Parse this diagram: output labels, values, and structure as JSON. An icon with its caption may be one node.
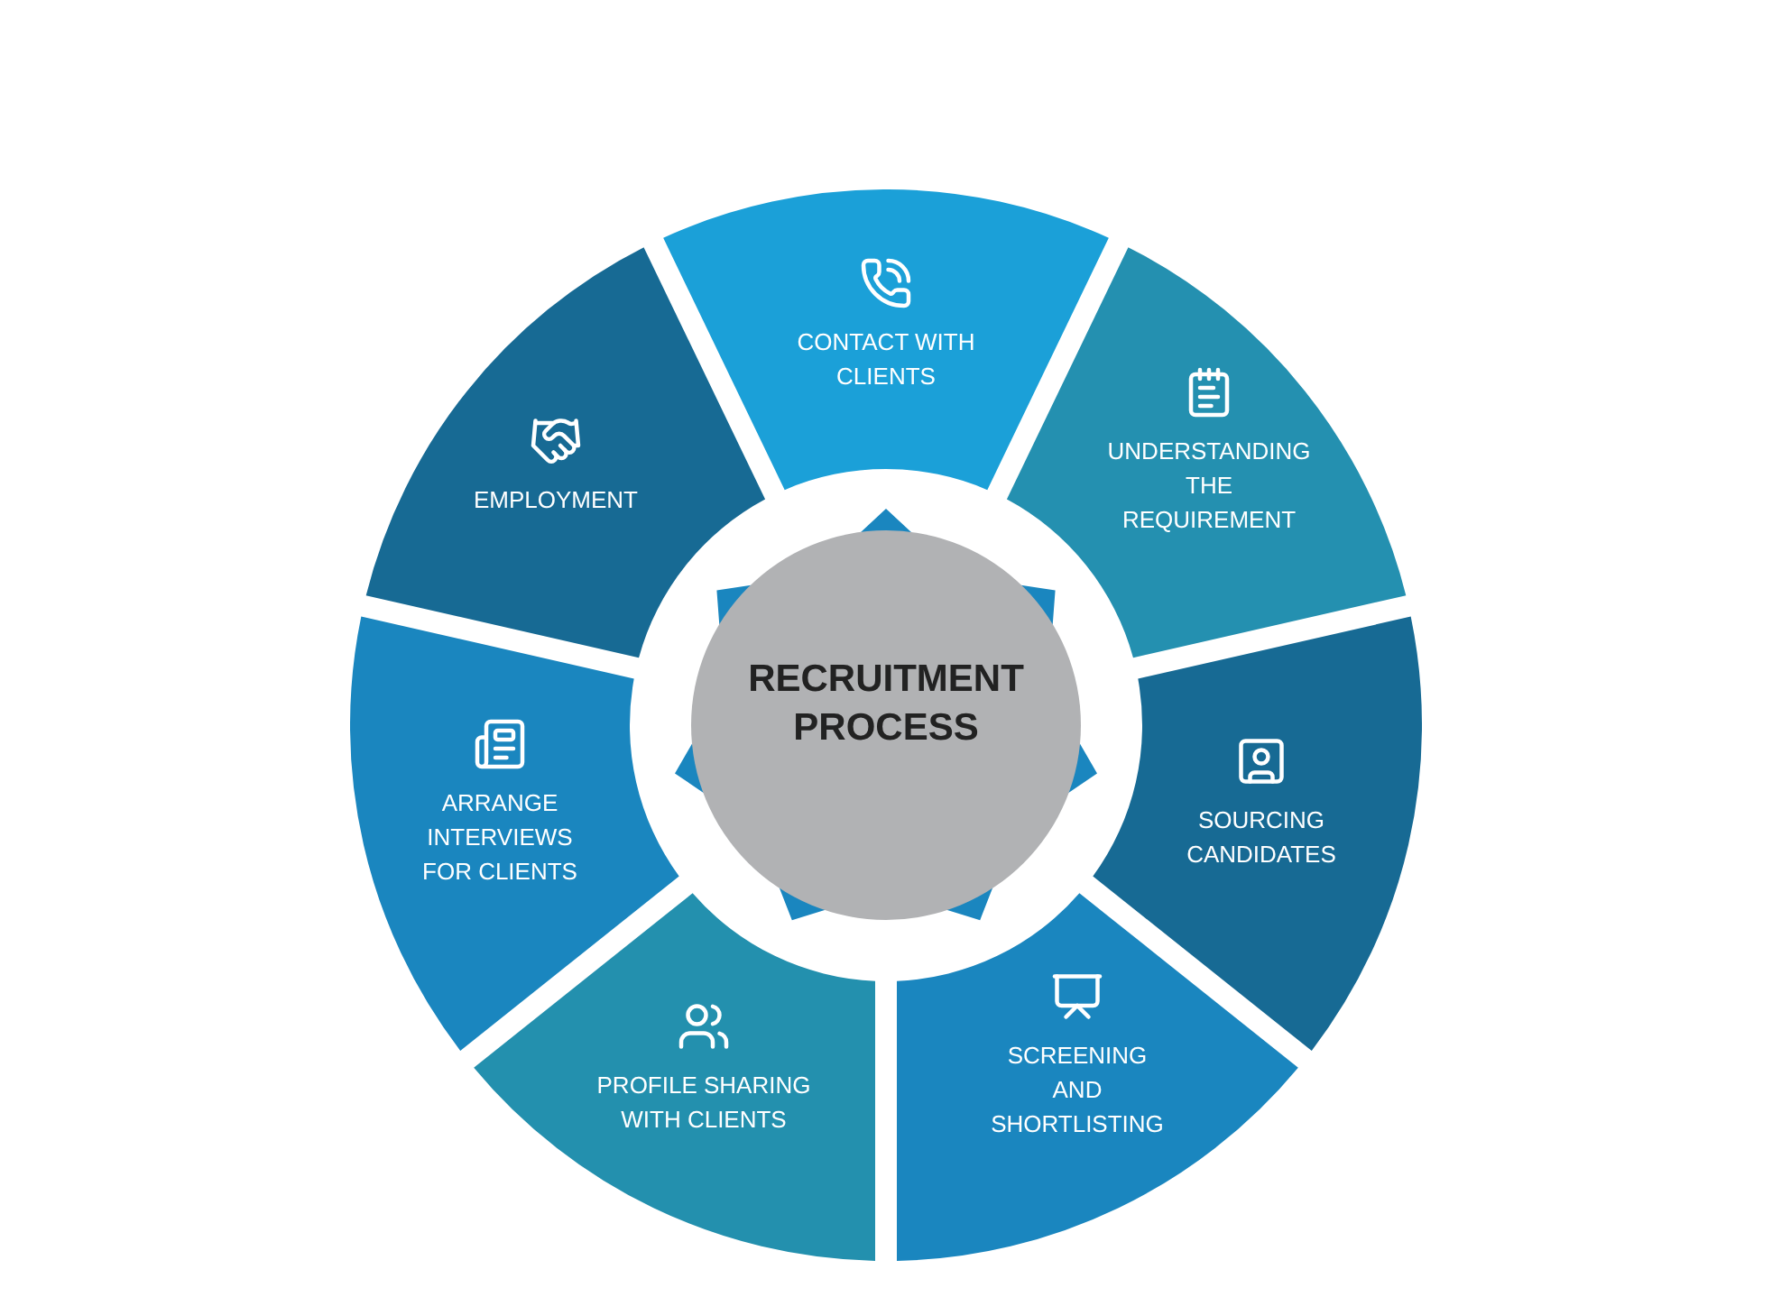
{
  "diagram": {
    "nodes": [
      {
        "text": [
          "RECRUITMENT PROCESS"
        ]
      },
      {
        "text": [
          "CONTACT WITH CLIENTS"
        ]
      },
      {
        "text": [
          "UNDERSTANDING THE REQUIREMENT"
        ]
      },
      {
        "text": [
          "SOURCING CANDIDATES"
        ]
      },
      {
        "text": [
          "SCREENING AND SHORTLISTING"
        ]
      },
      {
        "text": [
          "PROFILE SHARING WITH CLIENTS"
        ]
      },
      {
        "text": [
          "ARRANGE INTERVIEWS FOR CLIENTS"
        ]
      },
      {
        "text": [
          "EMPLOYMENT"
        ]
      }
    ]
  }
}
